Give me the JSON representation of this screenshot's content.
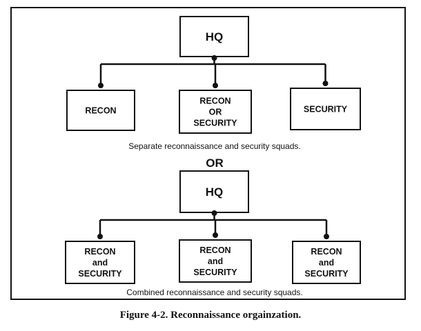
{
  "diagram": {
    "top": {
      "hq": "HQ",
      "children": [
        {
          "lines": [
            "RECON"
          ]
        },
        {
          "lines": [
            "RECON",
            "OR",
            "SECURITY"
          ]
        },
        {
          "lines": [
            "SECURITY"
          ]
        }
      ],
      "caption": "Separate reconnaissance and security squads."
    },
    "divider": "OR",
    "bottom": {
      "hq": "HQ",
      "children": [
        {
          "lines": [
            "RECON",
            "and",
            "SECURITY"
          ]
        },
        {
          "lines": [
            "RECON",
            "and",
            "SECURITY"
          ]
        },
        {
          "lines": [
            "RECON",
            "and",
            "SECURITY"
          ]
        }
      ],
      "caption": "Combined reconnaissance and security squads."
    }
  },
  "figure": {
    "title": "Figure 4-2. Reconnaissance orgainzation."
  },
  "colors": {
    "ink": "#111111",
    "paper": "#ffffff"
  }
}
